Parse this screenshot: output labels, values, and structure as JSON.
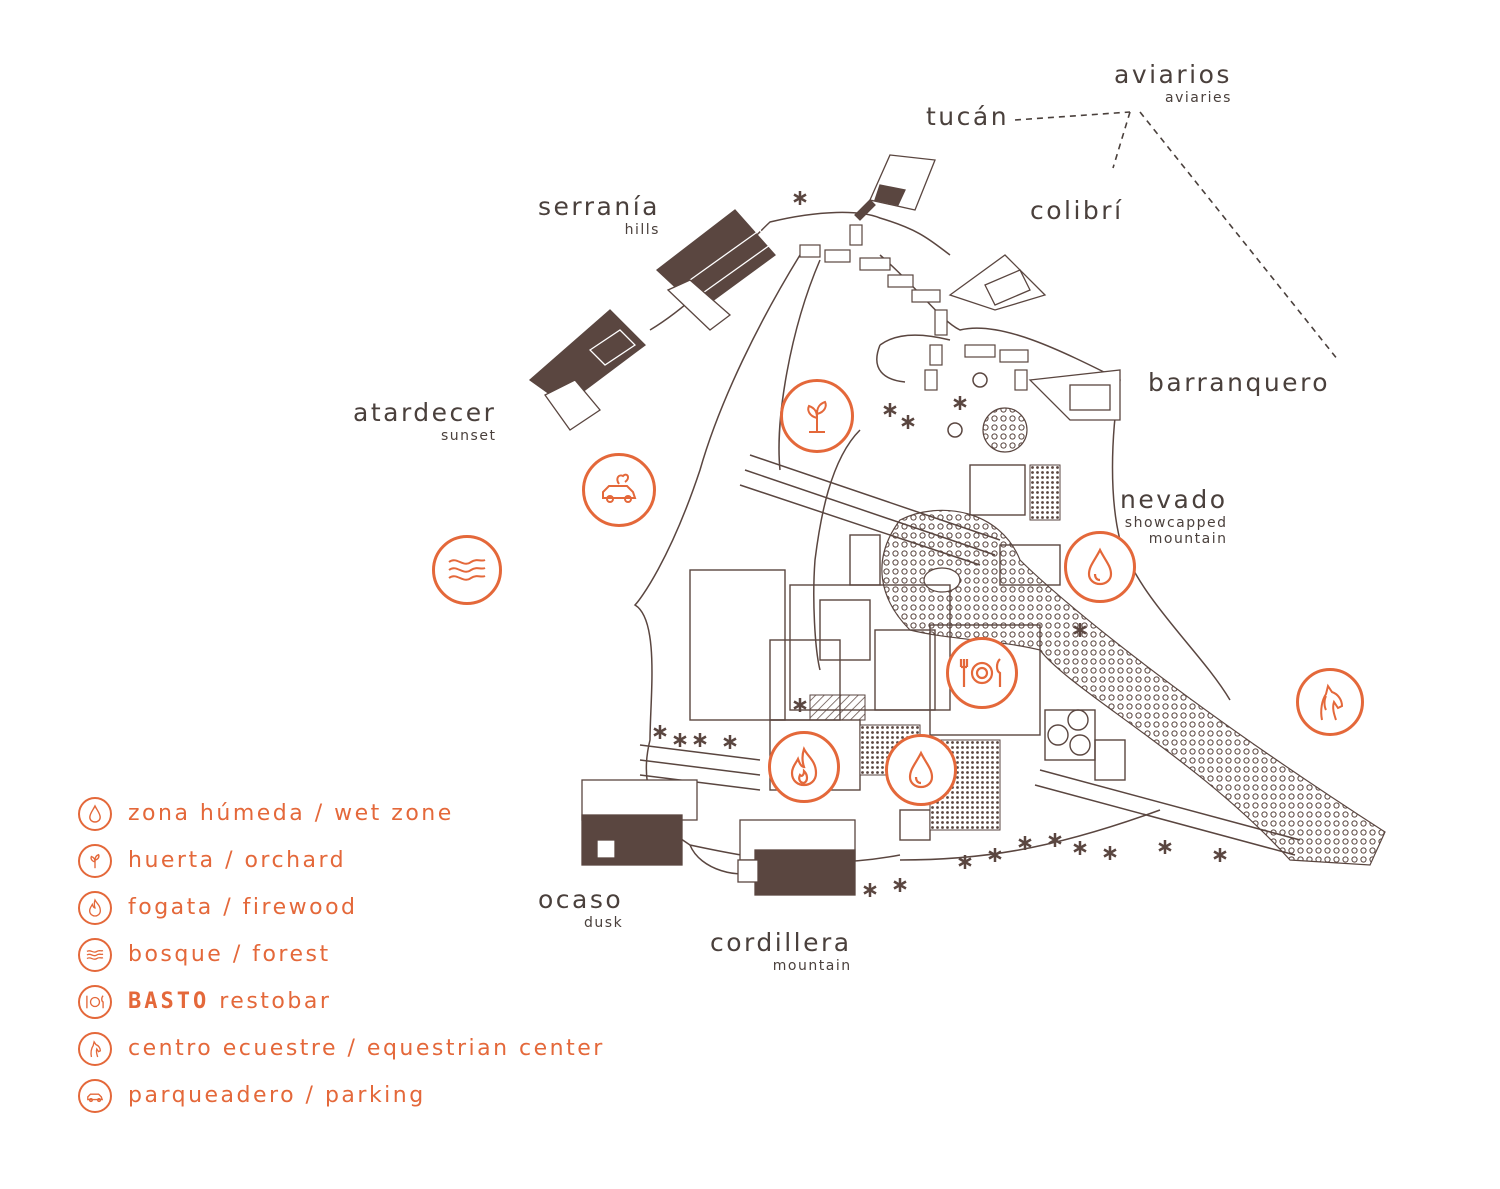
{
  "colors": {
    "accent": "#e4683a",
    "ink": "#5a4640",
    "text": "#4a403c"
  },
  "areas": {
    "aviarios": {
      "name": "aviarios",
      "en": "aviaries"
    },
    "tucan": {
      "name": "tucán"
    },
    "colibri": {
      "name": "colibrí"
    },
    "serrania": {
      "name": "serranía",
      "en": "hills"
    },
    "atardecer": {
      "name": "atardecer",
      "en": "sunset"
    },
    "barranquero": {
      "name": "barranquero"
    },
    "nevado": {
      "name": "nevado",
      "en_line1": "showcapped",
      "en_line2": "mountain"
    },
    "ocaso": {
      "name": "ocaso",
      "en": "dusk"
    },
    "cordillera": {
      "name": "cordillera",
      "en": "mountain"
    }
  },
  "map_icons": [
    {
      "id": "orchard",
      "icon": "sprout-icon"
    },
    {
      "id": "parking",
      "icon": "car-icon"
    },
    {
      "id": "forest",
      "icon": "waves-icon"
    },
    {
      "id": "wetzone-1",
      "icon": "water-drop-icon"
    },
    {
      "id": "restobar",
      "icon": "plate-cutlery-icon"
    },
    {
      "id": "equestrian",
      "icon": "horse-icon"
    },
    {
      "id": "fire",
      "icon": "flame-icon"
    },
    {
      "id": "wetzone-2",
      "icon": "water-drop-icon"
    }
  ],
  "legend": [
    {
      "icon": "water-drop-icon",
      "label": "zona húmeda / wet zone"
    },
    {
      "icon": "sprout-icon",
      "label": "huerta / orchard"
    },
    {
      "icon": "flame-icon",
      "label": "fogata / firewood"
    },
    {
      "icon": "waves-icon",
      "label": "bosque / forest"
    },
    {
      "icon": "plate-cutlery-icon",
      "brand": "BASTO",
      "label": "restobar"
    },
    {
      "icon": "horse-icon",
      "label": "centro ecuestre / equestrian center"
    },
    {
      "icon": "car-icon",
      "label": "parqueadero / parking"
    }
  ]
}
